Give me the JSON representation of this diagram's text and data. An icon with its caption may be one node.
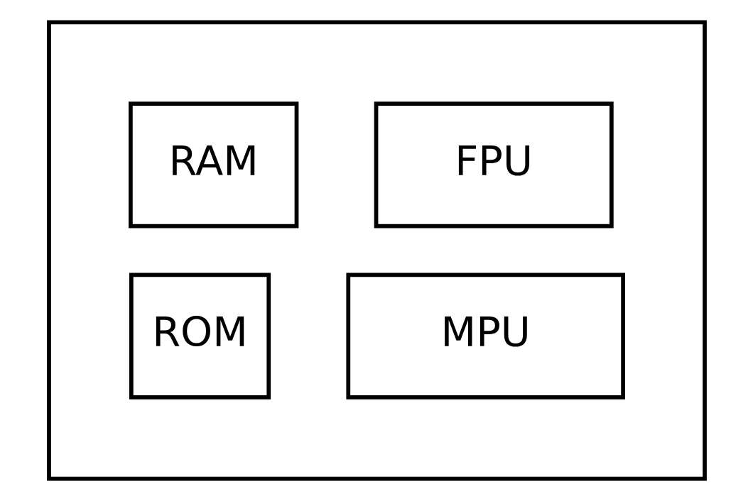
{
  "diagram": {
    "nodes": [
      {
        "text": [],
        "shape": "box"
      },
      {
        "text": [
          "FPU"
        ],
        "in": 0
      },
      {
        "text": [
          "RAM"
        ],
        "in": 0
      },
      {
        "text": [
          "MPU"
        ],
        "in": 0
      },
      {
        "text": [
          "ROM"
        ],
        "in": 0
      }
    ]
  }
}
